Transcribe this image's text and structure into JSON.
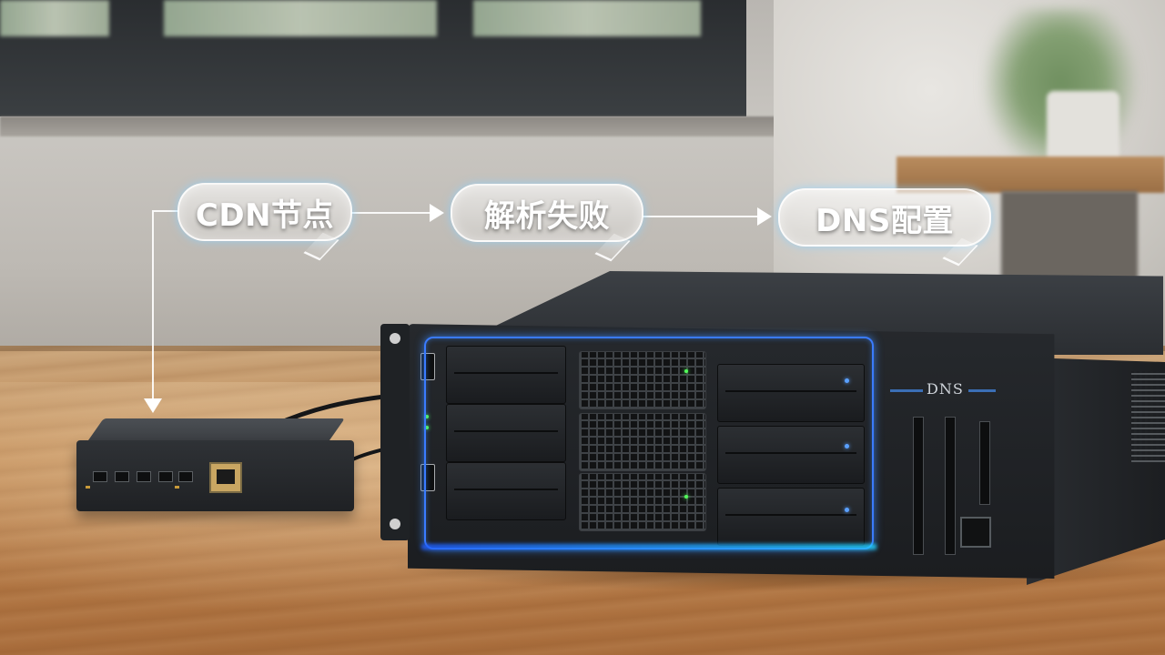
{
  "callouts": {
    "cdn_node": "CDN节点",
    "resolve_failed": "解析失败",
    "dns_config": "DNS配置"
  },
  "server": {
    "front_label": "DNS"
  },
  "colors": {
    "callout_glow": "#8cd2ff",
    "bay_frame_blue": "#3a7bff",
    "status_led_green": "#52ff5a",
    "desk_wood": "#c08a55"
  },
  "icons": [
    "arrow-right-icon",
    "arrow-down-icon",
    "rj45-port-icon",
    "usb-port-icon",
    "power-button-icon"
  ]
}
